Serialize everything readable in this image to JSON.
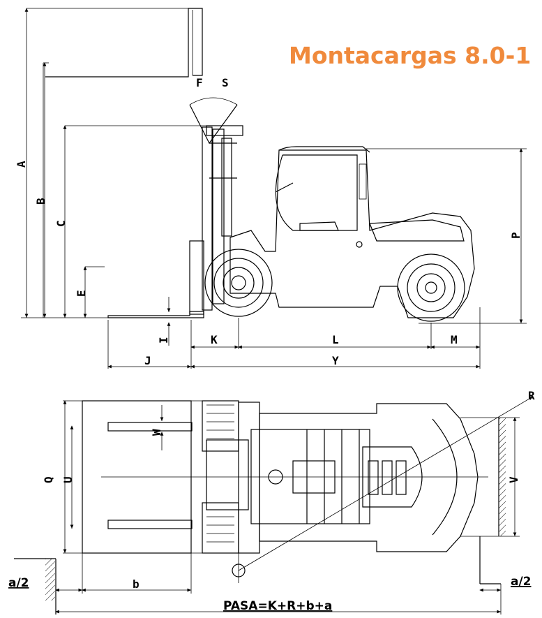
{
  "title": "Montacargas 8.0-1",
  "side_view_labels": {
    "A": "A",
    "B": "B",
    "C": "C",
    "E": "E",
    "F": "F",
    "S": "S",
    "P": "P",
    "I": "I",
    "J": "J",
    "K": "K",
    "L": "L",
    "M": "M",
    "Y": "Y"
  },
  "top_view_labels": {
    "R": "R",
    "W": "W",
    "Q": "Q",
    "U": "U",
    "V": "V",
    "a2_left": "a/2",
    "a2_right": "a/2",
    "b": "b",
    "pasa": "PASA=K+R+b+a"
  },
  "colors": {
    "title": "#f08a3c",
    "lines": "#000000"
  }
}
